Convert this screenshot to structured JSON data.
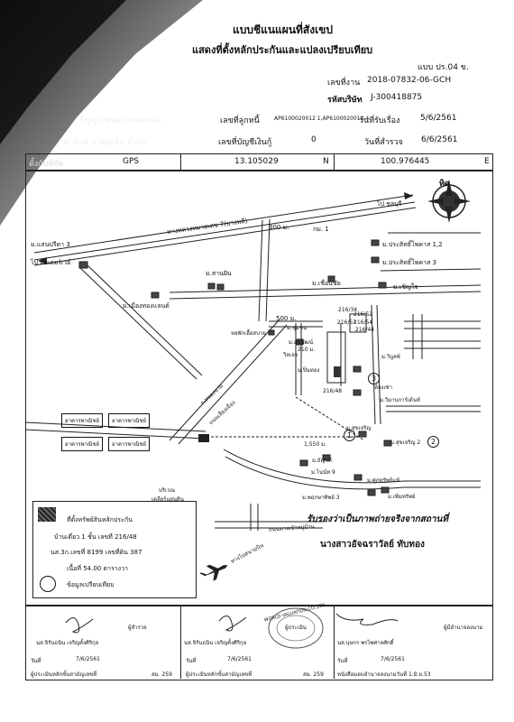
{
  "header": {
    "title": "แบบชีแนแผนที่สังเขป",
    "subtitle": "แสดงที่ตั้งหลักประกันและแปลงเปรียบเทียบ",
    "form_code": "แบบ ปร.04 ข.",
    "job_no_label": "เลขที่งาน",
    "job_no": "2018-07832-06-GCH",
    "company_code_label": "รหัสบริษัท",
    "company_code": "J-300418875"
  },
  "info": {
    "owner_fragment": "รัญญา พันสะแหละหมัด",
    "debtor_no_label": "เลขที่ลูกหนี้",
    "debtor_no": "AP6100020012 1,AP6100020012 4",
    "received_label": "วันที่รับเรื่อง",
    "received_date": "5/6/2561",
    "company_fragment": "ท.เริลด์ แวลูเอชั่น จำกัด",
    "account_no_label": "เลขที่บัญชีเงินกู้",
    "account_no": "0",
    "survey_label": "วันที่สำรวจ",
    "survey_date": "6/6/2561"
  },
  "gps": {
    "label_fragment": "ตั้งกับพิกัด",
    "method": "GPS",
    "lat": "13.105029",
    "lat_dir": "N",
    "lon": "100.976445",
    "lon_dir": "E"
  },
  "map": {
    "north_label": "ทิศ",
    "road_main": "ทางหลวงหมายเลข 7(บางพลี)",
    "to_chonburi": "ไป ชลบุรี",
    "to_bangkok": "ไป มอเตอร์เวย์",
    "market": "ม.แสนปรีดา 3",
    "km_300": "300 ม.",
    "km_1": "กม. 1",
    "moo_san": "ม.สานฝัน",
    "moo_muang": "ม.เมืองทองแลนด์",
    "moo_chueanchai": "ม.เชื่อนชัย",
    "moo_prasit12": "ม.ประสิทธิ์โพคาส 1,2",
    "moo_prasit3": "ม.ประสิทธิ์โพคาส 3",
    "moo_chuenjai": "ม.เชิญใจ",
    "m500": "500 ม.",
    "soi_label": "ม.ชุมชน",
    "water": "หอพักเอื้อสบาย",
    "moo_sukhon": "ม.สุขพัฒน์",
    "m210": "210 ม.",
    "vill": "วิลเลจ",
    "moo_pinthong": "ม.ปิ่นทอง",
    "lot_216_34": "216/34",
    "lot_216_52": "216/52",
    "lot_216_54": "216/54",
    "lot_216_51": "216/51",
    "lot_216_48": "216/48",
    "lot_216_44": "216/44",
    "moo_wibun": "ม.วิบูลพ์",
    "rent_house": "ห้องเช่า",
    "moo_wimon": "ม.วิมานการ์เด้นท์",
    "road_nong": "ถ.หนองขาม",
    "road_nong2": "ถนนเลี่ยงเมือง",
    "m1550": "1,550 ม.",
    "shophouse1": "อาคารพาณิชย์",
    "shophouse2": "อาคารพาณิชย์",
    "shophouse3": "อาคารพาณิชย์",
    "shophouse4": "อาคารพาณิชย์",
    "moo_sukcharoen": "ม.สุขเจริญ",
    "moo_sukcharoen2": "ม.สุขเจริญ 2",
    "moo_tansak": "ม.ธัญวดี",
    "moo_tanin": "ม.ไนน์ท 9",
    "moo_sap": "ม.ศุภทรัพย์แท้",
    "moo_pat3": "ม.พฤกษาทิพย์ 3",
    "moo_nimit": "ม.เพิ่มทรัพย์",
    "boriwan": "บริเวณ",
    "boriwan2": "เคลียร์แผ่นดิน",
    "road_bottom": "ถนนทางเข้าหมู่บ้าน",
    "airport_road": "ทางไปสนามบิน",
    "circle1": "1",
    "circle2": "2",
    "circle3": "3",
    "cert_text": "รับรองว่าเป็นภาพถ่ายจริงจากสถานที่",
    "cert_sign": "นางสาวอัจฉราวัลย์ ทับทอง"
  },
  "legend": {
    "collateral_label": "ที่ตั้งทรัพย์สินหลักประกัน",
    "address": "บ้านเดี่ยว 1 ชั้น เลขที่ 216/48",
    "deed": "นส.3ก.เลขที่ 8199 เลขที่ดิน 387",
    "area": "เนื้อที่ 54.00 ตารางวา",
    "comparison_label": "ข้อมูลเปรียบเทียบ"
  },
  "signatures": {
    "col1_role": "ผู้สำรวจ",
    "col1_name": "นส.จิรันธนิน เจริญตั้งศิริกุล",
    "col1_date_label": "วันที่",
    "col1_date": "7/6/2561",
    "col1_footer": "ผู้ประเมินหลักขั้นสามัญเลขที่",
    "col1_no": "สม. 259",
    "col2_role": "ผู้ประเมิน",
    "col2_name": "นส.จิรันธนิน เจริญตั้งศิริกุล",
    "col2_date_label": "วันที่",
    "col2_date": "7/6/2561",
    "col2_footer": "ผู้ประเมินหลักขั้นสามัญเลขที่",
    "col2_no": "สม. 259",
    "col3_role": "ผู้มีอำนาจลงนาม",
    "col3_name": "นส.บุษกร พรไพศาลศักดิ์",
    "col3_date_label": "วันที่",
    "col3_date": "7/6/2561",
    "col3_footer": "หนังสือมอบอำนาจลงนามวันที่ 1.มิ.ย.53",
    "stamp_text": "WORLD VALUATION CO.,LTD."
  }
}
